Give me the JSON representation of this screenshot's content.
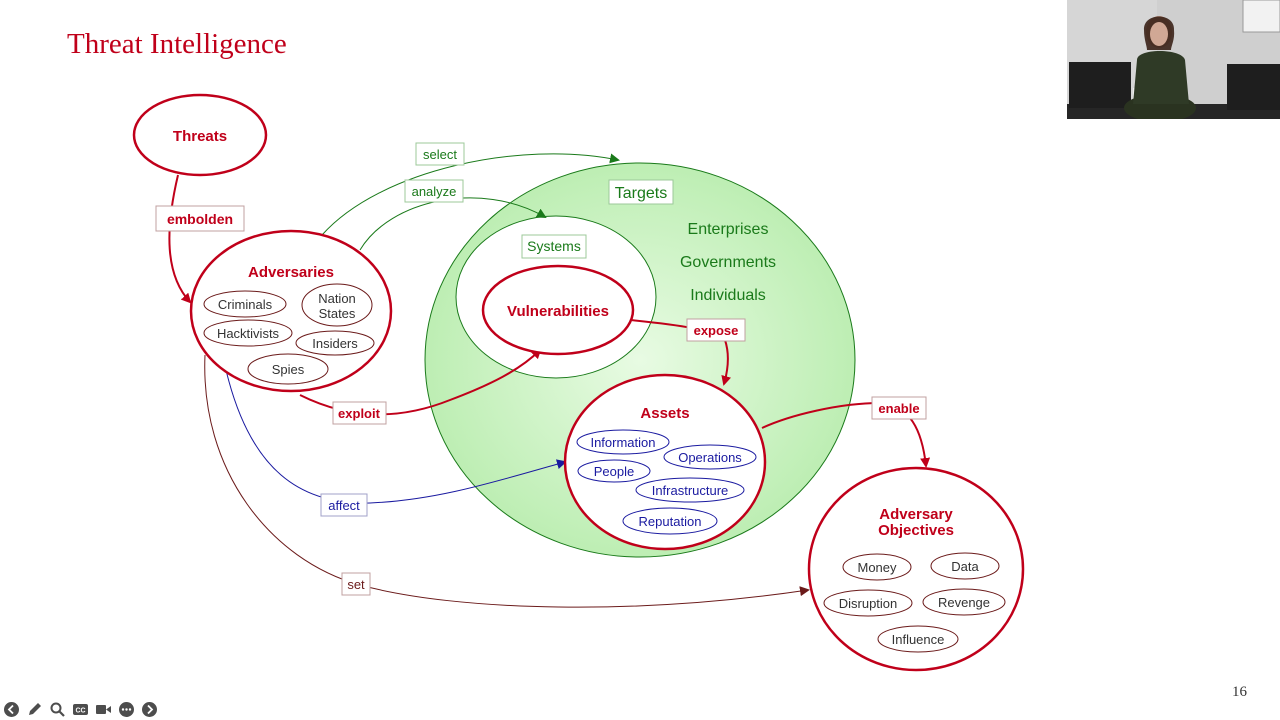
{
  "slide": {
    "title": "Threat Intelligence",
    "page_number": "16"
  },
  "nodes": {
    "threats": "Threats",
    "adversaries": "Adversaries",
    "vulnerabilities": "Vulnerabilities",
    "assets": "Assets",
    "objectives_line1": "Adversary",
    "objectives_line2": "Objectives",
    "targets": "Targets",
    "systems": "Systems"
  },
  "adversary_types": {
    "criminals": "Criminals",
    "nation_line1": "Nation",
    "nation_line2": "States",
    "hacktivists": "Hacktivists",
    "insiders": "Insiders",
    "spies": "Spies"
  },
  "target_types": [
    "Enterprises",
    "Governments",
    "Individuals"
  ],
  "asset_types": {
    "information": "Information",
    "operations": "Operations",
    "people": "People",
    "infrastructure": "Infrastructure",
    "reputation": "Reputation"
  },
  "objective_types": {
    "money": "Money",
    "data": "Data",
    "disruption": "Disruption",
    "revenge": "Revenge",
    "influence": "Influence"
  },
  "relations": {
    "embolden": "embolden",
    "select": "select",
    "analyze": "analyze",
    "exploit": "exploit",
    "expose": "expose",
    "enable": "enable",
    "affect": "affect",
    "set": "set"
  },
  "colors": {
    "red": "#c0001a",
    "green": "#1a7a1a",
    "blue": "#1a1aa0",
    "brown": "#6b1a1a",
    "target_fill": "#c8f0c0"
  },
  "toolbar": [
    "back-icon",
    "pen-icon",
    "zoom-icon",
    "captions-icon",
    "video-icon",
    "more-icon",
    "forward-icon"
  ]
}
